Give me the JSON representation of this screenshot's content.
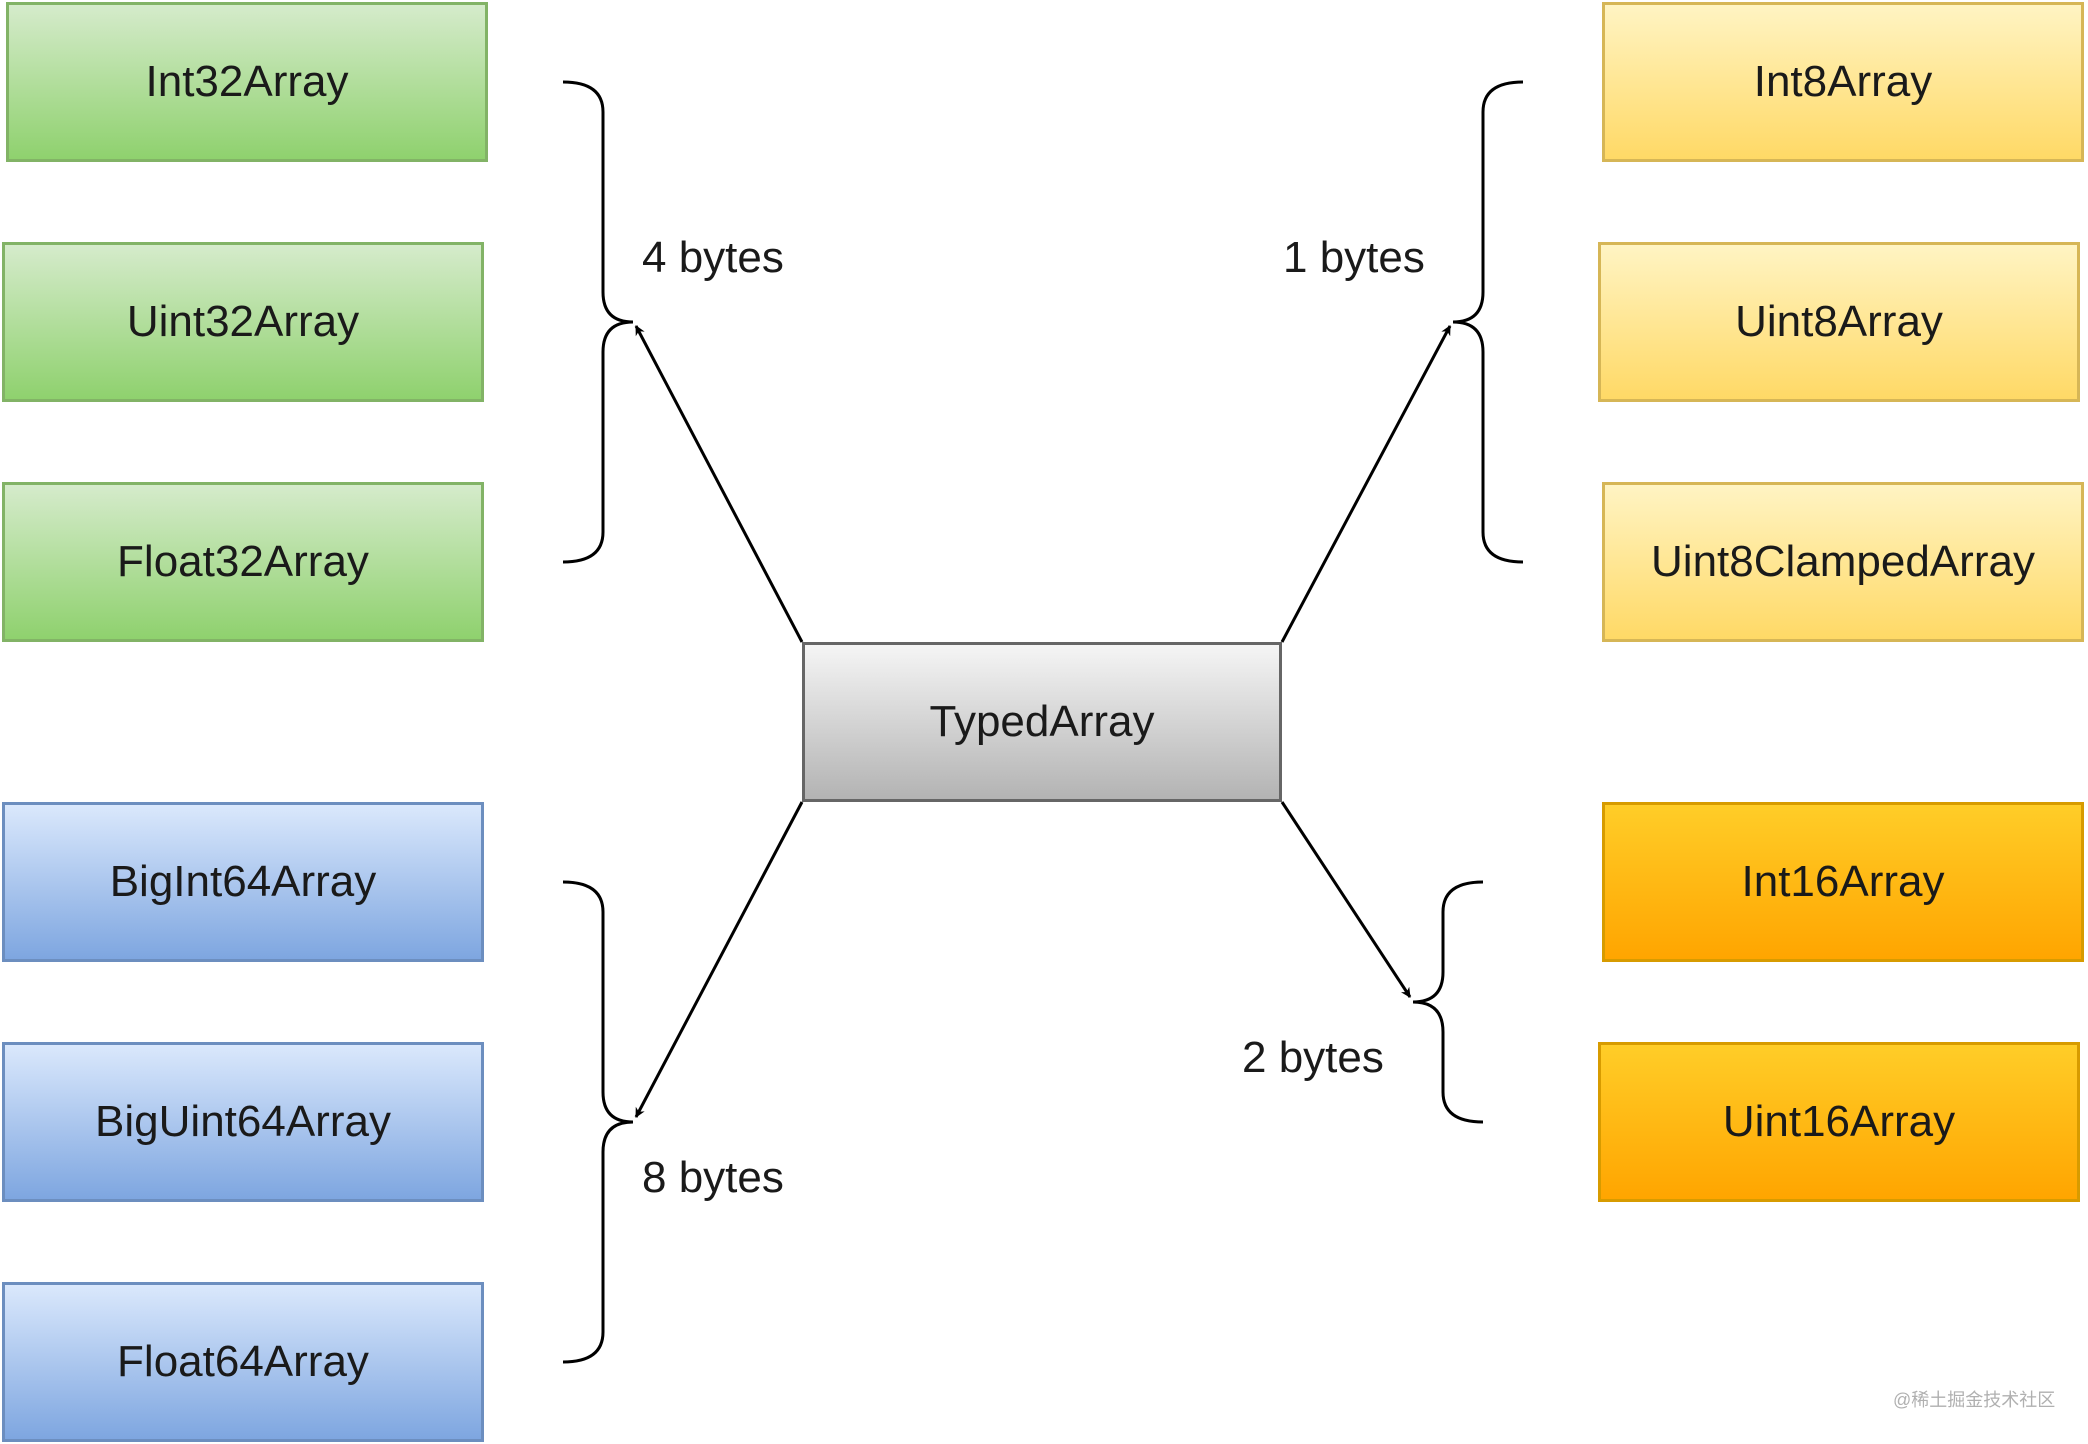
{
  "center": {
    "label": "TypedArray"
  },
  "groups": {
    "four_bytes": {
      "label": "4 bytes",
      "items": [
        "Int32Array",
        "Uint32Array",
        "Float32Array"
      ],
      "color": "#82b366"
    },
    "eight_bytes": {
      "label": "8 bytes",
      "items": [
        "BigInt64Array",
        "BigUint64Array",
        "Float64Array"
      ],
      "color": "#6c8ebf"
    },
    "one_byte": {
      "label": "1 bytes",
      "items": [
        "Int8Array",
        "Uint8Array",
        "Uint8ClampedArray"
      ],
      "color": "#d6b656"
    },
    "two_bytes": {
      "label": "2 bytes",
      "items": [
        "Int16Array",
        "Uint16Array"
      ],
      "color": "#d79b00"
    }
  },
  "watermark": "@稀土掘金技术社区"
}
